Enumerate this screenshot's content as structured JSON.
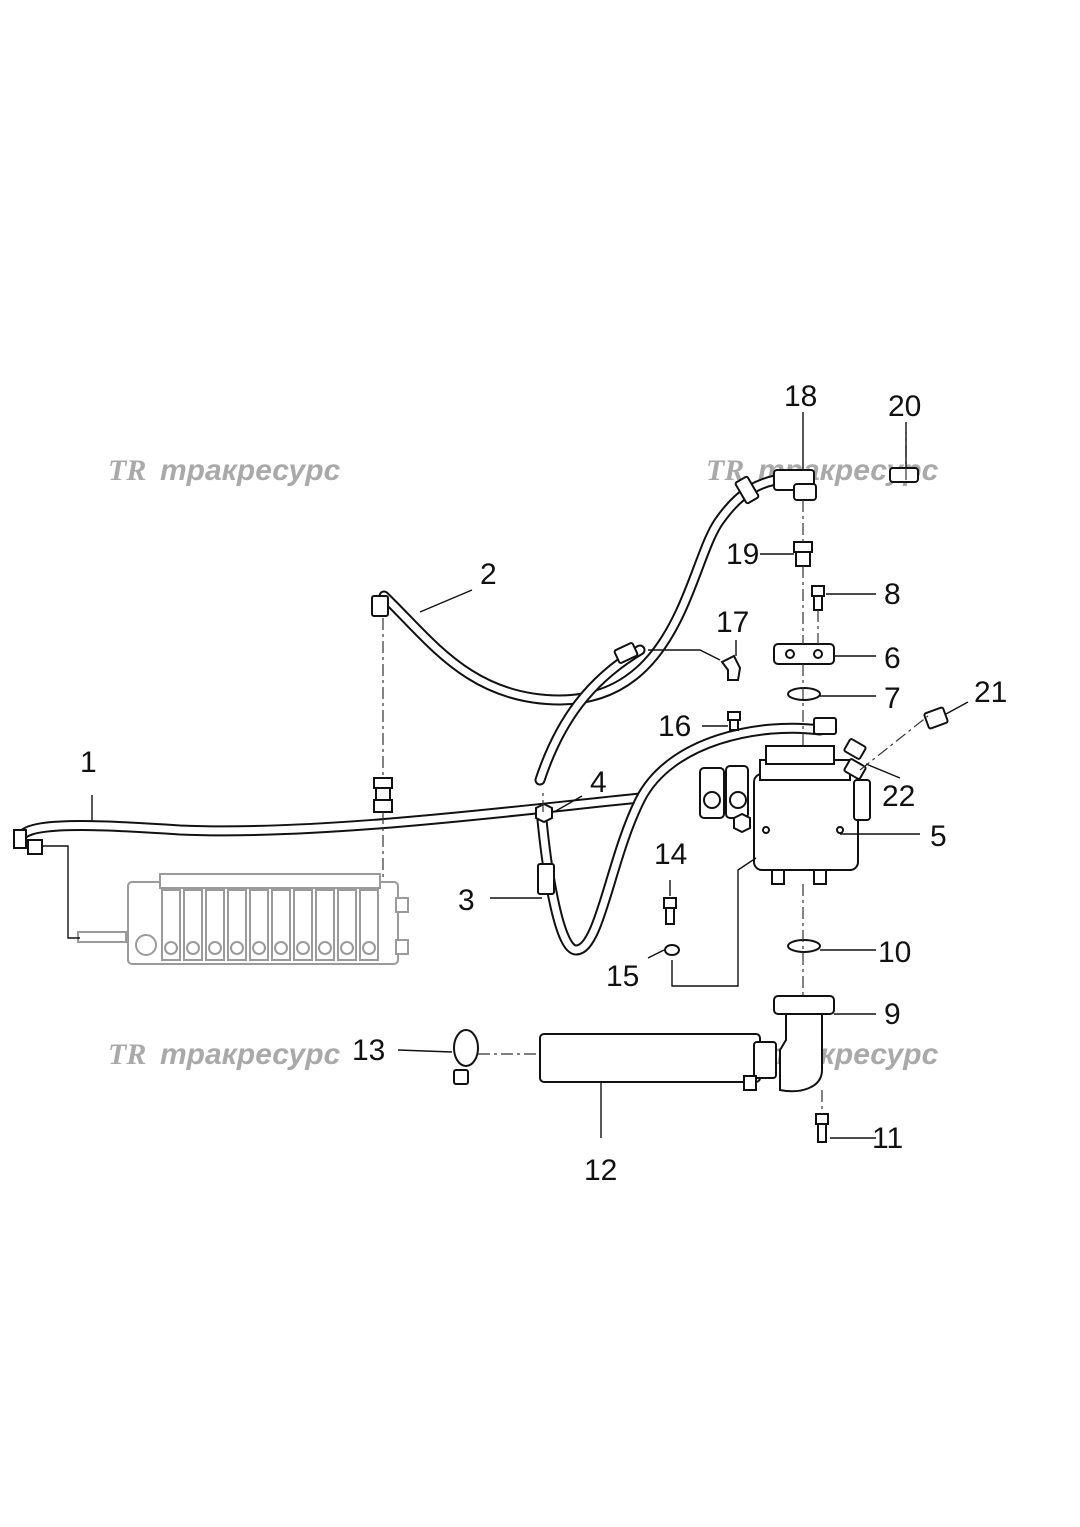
{
  "watermark": {
    "logo": "TR",
    "text": "тракресурс"
  },
  "callouts": [
    "1",
    "2",
    "3",
    "4",
    "5",
    "6",
    "7",
    "8",
    "9",
    "10",
    "11",
    "12",
    "13",
    "14",
    "15",
    "16",
    "17",
    "18",
    "19",
    "20",
    "21",
    "22"
  ],
  "colors": {
    "line": "#111111",
    "ghost": "#9a9a9a",
    "watermark": "#a9a9a9",
    "background": "#ffffff"
  }
}
